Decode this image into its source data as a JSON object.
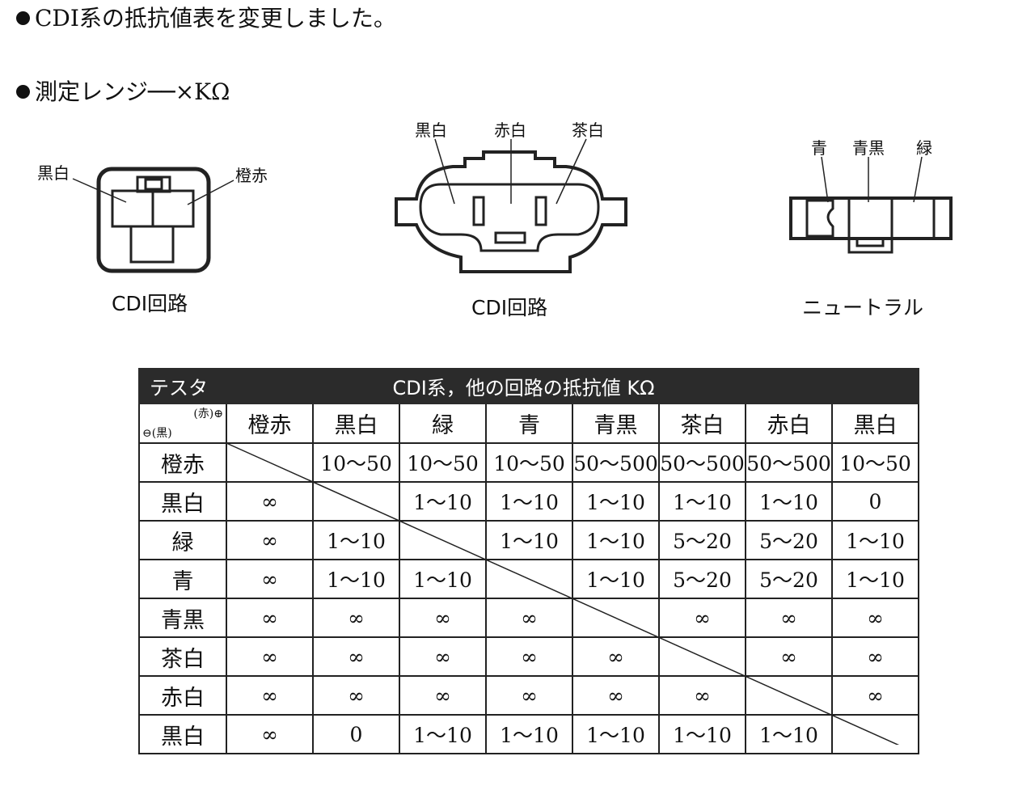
{
  "notice": "CDI系の抵抗値表を変更しました。",
  "range_label": "測定レンジ──×KΩ",
  "connectors": {
    "left": {
      "caption": "CDI回路",
      "wires": [
        "黒白",
        "橙赤"
      ]
    },
    "center": {
      "caption": "CDI回路",
      "wires": [
        "黒白",
        "赤白",
        "茶白"
      ]
    },
    "right": {
      "caption": "ニュートラル",
      "wires": [
        "青",
        "青黒",
        "緑"
      ]
    }
  },
  "table": {
    "title_left": "テスタ",
    "title_main": "CDI系，他の回路の抵抗値 KΩ",
    "corner_plus": "(赤)⊕",
    "corner_minus": "⊖(黒)",
    "columns": [
      "橙赤",
      "黒白",
      "緑",
      "青",
      "青黒",
      "茶白",
      "赤白",
      "黒白"
    ],
    "rows": [
      {
        "label": "橙赤",
        "cells": [
          "",
          "10～50",
          "10～50",
          "10～50",
          "50～500",
          "50～500",
          "50～500",
          "10～50"
        ]
      },
      {
        "label": "黒白",
        "cells": [
          "∞",
          "",
          "1～10",
          "1～10",
          "1～10",
          "1～10",
          "1～10",
          "0"
        ]
      },
      {
        "label": "緑",
        "cells": [
          "∞",
          "1～10",
          "",
          "1～10",
          "1～10",
          "5～20",
          "5～20",
          "1～10"
        ]
      },
      {
        "label": "青",
        "cells": [
          "∞",
          "1～10",
          "1～10",
          "",
          "1～10",
          "5～20",
          "5～20",
          "1～10"
        ]
      },
      {
        "label": "青黒",
        "cells": [
          "∞",
          "∞",
          "∞",
          "∞",
          "",
          "∞",
          "∞",
          "∞"
        ]
      },
      {
        "label": "茶白",
        "cells": [
          "∞",
          "∞",
          "∞",
          "∞",
          "∞",
          "",
          "∞",
          "∞"
        ]
      },
      {
        "label": "赤白",
        "cells": [
          "∞",
          "∞",
          "∞",
          "∞",
          "∞",
          "∞",
          "",
          "∞"
        ]
      },
      {
        "label": "黒白",
        "cells": [
          "∞",
          "0",
          "1～10",
          "1～10",
          "1～10",
          "1～10",
          "1～10",
          ""
        ]
      }
    ]
  }
}
